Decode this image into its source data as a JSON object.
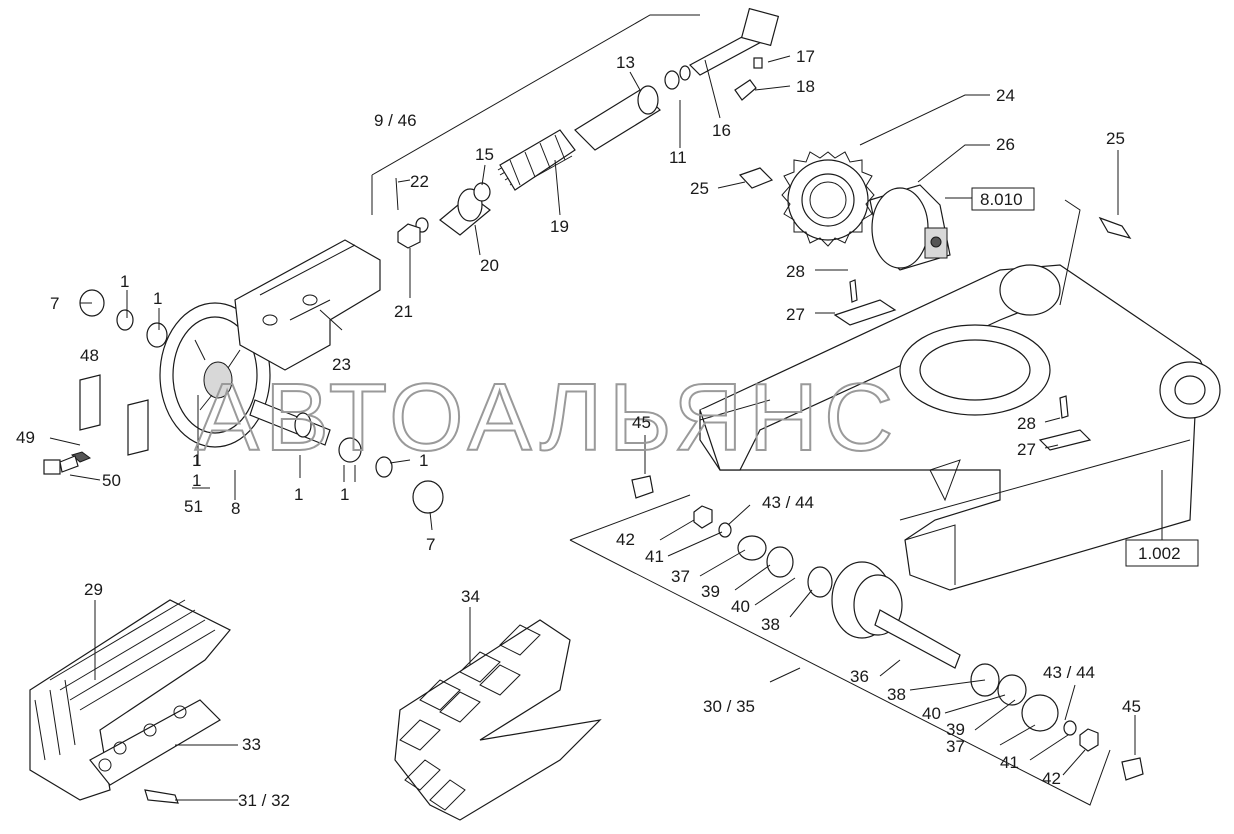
{
  "watermark": "АВТОАЛЬЯНС",
  "labels": {
    "l1a": "1",
    "l1b": "1",
    "l1c": "1",
    "l1d": "1",
    "l1e": "1",
    "l1f": "1",
    "l7a": "7",
    "l7b": "7",
    "l8": "8",
    "l9_46": "9 / 46",
    "l11": "11",
    "l13": "13",
    "l15": "15",
    "l16": "16",
    "l17": "17",
    "l18": "18",
    "l19": "19",
    "l20": "20",
    "l21": "21",
    "l22": "22",
    "l23": "23",
    "l24": "24",
    "l25a": "25",
    "l25b": "25",
    "l26": "26",
    "l27a": "27",
    "l27b": "27",
    "l28a": "28",
    "l28b": "28",
    "l29": "29",
    "l30_35": "30 / 35",
    "l31_32": "31 / 32",
    "l33": "33",
    "l34": "34",
    "l36": "36",
    "l37a": "37",
    "l37b": "37",
    "l38a": "38",
    "l38b": "38",
    "l39a": "39",
    "l39b": "39",
    "l40a": "40",
    "l40b": "40",
    "l41a": "41",
    "l41b": "41",
    "l42a": "42",
    "l42b": "42",
    "l43_44a": "43 / 44",
    "l43_44b": "43 / 44",
    "l45a": "45",
    "l45b": "45",
    "l48": "48",
    "l49": "49",
    "l50": "50",
    "l51_num": "1",
    "l51_den": "51"
  },
  "refs": {
    "motor_ref": "8.010",
    "frame_ref": "1.002"
  }
}
